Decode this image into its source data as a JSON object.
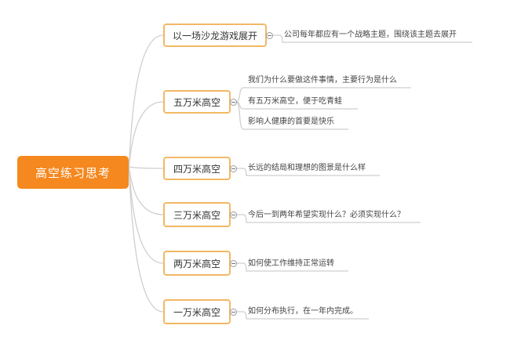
{
  "root": {
    "label": "高空练习思考"
  },
  "branches": [
    {
      "label": "以一场沙龙游戏展开",
      "children": [
        "公司每年都应有一个战略主题，围绕该主题去展开"
      ]
    },
    {
      "label": "五万米高空",
      "children": [
        "我们为什么要做这件事情，主要行为是什么",
        "有五万米高空，便于吃青蛙",
        "影响人健康的首要是快乐"
      ]
    },
    {
      "label": "四万米高空",
      "children": [
        "长远的结局和理想的图景是什么样"
      ]
    },
    {
      "label": "三万米高空",
      "children": [
        "今后一到两年希望实现什么？必须实现什么？"
      ]
    },
    {
      "label": "两万米高空",
      "children": [
        "如何使工作维持正常运转"
      ]
    },
    {
      "label": "一万米高空",
      "children": [
        "如何分布执行，在一年内完成。"
      ]
    }
  ],
  "colors": {
    "root": "#f5881f",
    "branch_border": "#f2b865",
    "line": "#cfcfcf"
  }
}
